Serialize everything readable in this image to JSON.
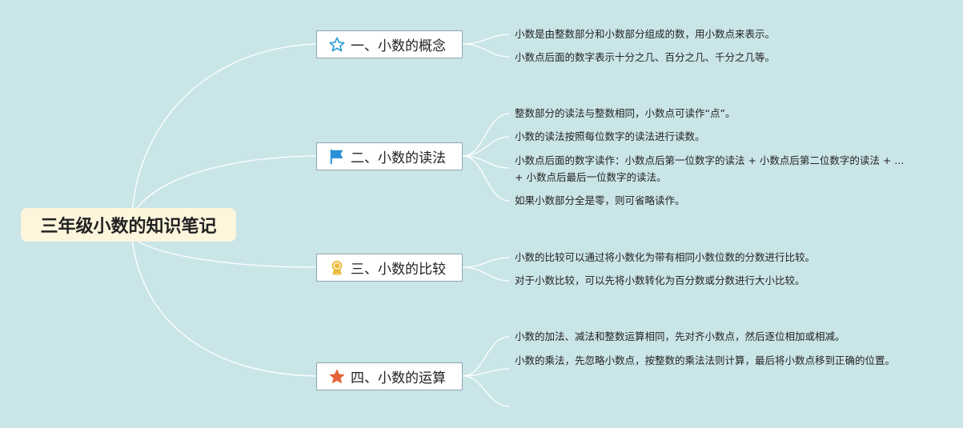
{
  "root": {
    "title": "三年级小数的知识笔记"
  },
  "branches": [
    {
      "label": "一、小数的概念",
      "icon": "star-outline-icon",
      "notes": [
        "小数是由整数部分和小数部分组成的数，用小数点来表示。",
        "小数点后面的数字表示十分之几、百分之几、千分之几等。"
      ]
    },
    {
      "label": "二、小数的读法",
      "icon": "flag-icon",
      "notes": [
        "整数部分的读法与整数相同，小数点可读作“点”。",
        "小数的读法按照每位数字的读法进行读数。",
        "小数点后面的数字读作：小数点后第一位数字的读法 + 小数点后第二位数字的读法 + ... + 小数点后最后一位数字的读法。",
        "如果小数部分全是零，则可省略读作。"
      ]
    },
    {
      "label": "三、小数的比较",
      "icon": "award-ribbon-icon",
      "notes": [
        "小数的比较可以通过将小数化为带有相同小数位数的分数进行比较。",
        "对于小数比较，可以先将小数转化为百分数或分数进行大小比较。"
      ]
    },
    {
      "label": "四、小数的运算",
      "icon": "star-filled-icon",
      "notes": [
        "小数的加法、减法和整数运算相同，先对齐小数点，然后逐位相加或相减。",
        "小数的乘法，先忽略小数点，按整数的乘法法则计算，最后将小数点移到正确的位置。",
        ""
      ]
    }
  ],
  "colors": {
    "background": "#cae5e8",
    "root_fill": "#fdf5dc",
    "connector": "#ffffff",
    "star_outline": "#2a9bd6",
    "flag": "#2a8fd6",
    "award": "#e8b93a",
    "star_filled": "#e4643a"
  }
}
